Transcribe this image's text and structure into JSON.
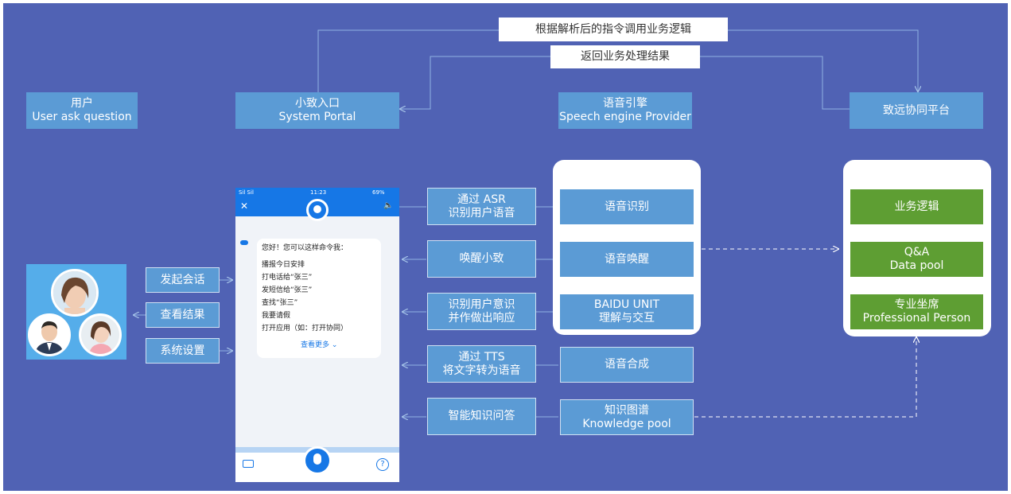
{
  "top_bar": {
    "call_logic": "根据解析后的指令调用业务逻辑",
    "return_result": "返回业务处理结果"
  },
  "columns": {
    "user": {
      "line1": "用户",
      "line2": "User ask question"
    },
    "portal": {
      "line1": "小致入口",
      "line2": "System Portal"
    },
    "engine": {
      "line1": "语音引擎",
      "line2": "Speech engine Provider"
    },
    "platform": {
      "line1": "致远协同平台"
    }
  },
  "user_actions": [
    "发起会话",
    "查看结果",
    "系统设置"
  ],
  "flow_labels": [
    {
      "line1": "通过 ASR",
      "line2": "识别用户语音"
    },
    {
      "line1": "唤醒小致"
    },
    {
      "line1": "识别用户意识",
      "line2": "并作做出响应"
    },
    {
      "line1": "通过 TTS",
      "line2": "将文字转为语音"
    },
    {
      "line1": "智能知识问答"
    }
  ],
  "engine_items": [
    {
      "line1": "语音识别"
    },
    {
      "line1": "语音唤醒"
    },
    {
      "line1": "BAIDU UNIT",
      "line2": "理解与交互"
    },
    {
      "line1": "语音合成"
    },
    {
      "line1": "知识图谱",
      "line2": "Knowledge pool"
    }
  ],
  "platform_items": [
    {
      "line1": "业务逻辑"
    },
    {
      "line1": "Q&A",
      "line2": "Data pool"
    },
    {
      "line1": "专业坐席",
      "line2": "Professional Person"
    }
  ],
  "phone": {
    "status_left": "Sil Sil ",
    "status_time": "11:23",
    "status_right": "69%",
    "greeting": "您好！您可以这样命令我：",
    "commands": [
      "播报今日安排",
      "打电话给“张三”",
      "发短信给“张三”",
      "查找“张三”",
      "我要请假",
      "打开应用（如：打开协同）"
    ],
    "more": "查看更多",
    "help": "?"
  },
  "colors": {
    "background": "#5062b4",
    "blue_box": "#5b9bd5",
    "green_box": "#5e9e33",
    "phone_accent": "#1677e6"
  }
}
